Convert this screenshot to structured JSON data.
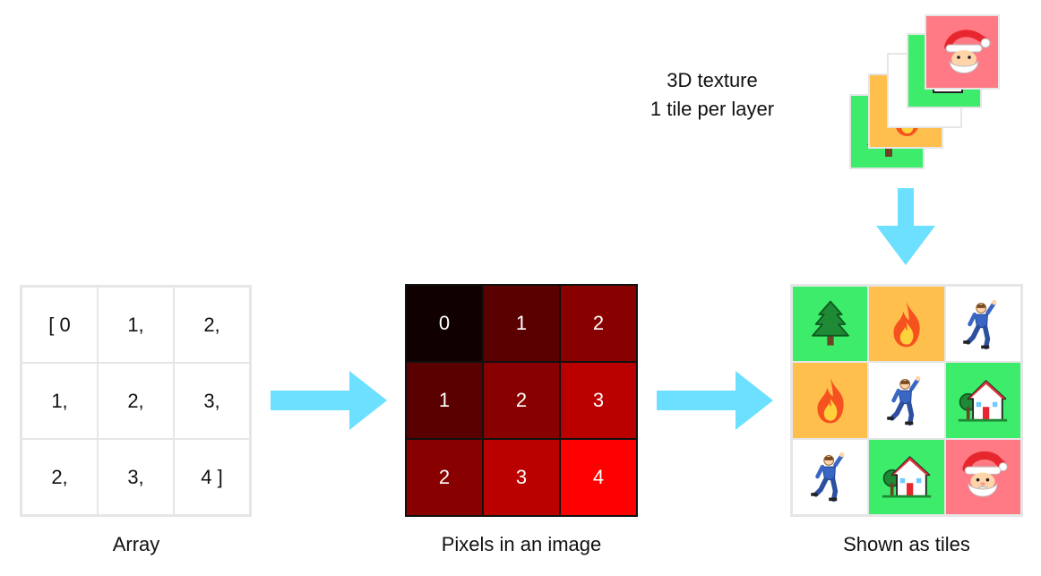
{
  "captions": {
    "array": "Array",
    "pixels": "Pixels in an image",
    "tiles": "Shown as tiles"
  },
  "texture_label": {
    "line1": "3D texture",
    "line2": "1 tile per layer"
  },
  "array_cells": [
    "[ 0",
    "1,",
    "2,",
    "1,",
    "2,",
    "3,",
    "2,",
    "3,",
    "4 ]"
  ],
  "pixel_values": [
    0,
    1,
    2,
    1,
    2,
    3,
    2,
    3,
    4
  ],
  "pixel_colors": [
    "#110000",
    "#5a0000",
    "#880000",
    "#5a0000",
    "#880000",
    "#bb0000",
    "#880000",
    "#bb0000",
    "#ff0000"
  ],
  "tile_types": [
    {
      "index": 0,
      "name": "tree",
      "color": "#3dec6b"
    },
    {
      "index": 1,
      "name": "fire",
      "color": "#ffbf4d"
    },
    {
      "index": 2,
      "name": "person",
      "color": "#ffffff"
    },
    {
      "index": 3,
      "name": "house",
      "color": "#3dec6b"
    },
    {
      "index": 4,
      "name": "santa",
      "color": "#ff7a85"
    }
  ],
  "arrow_color": "#6ee0ff"
}
